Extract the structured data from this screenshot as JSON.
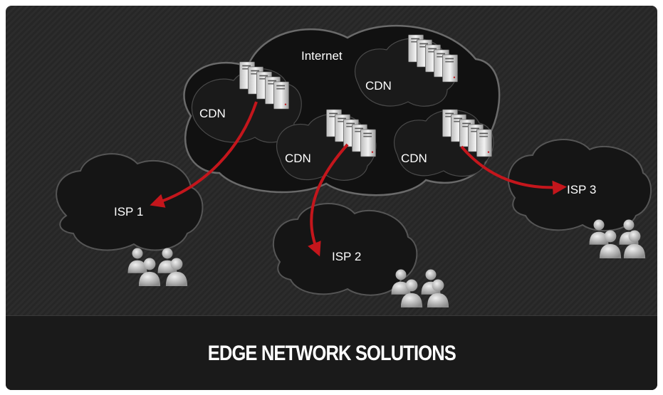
{
  "diagram": {
    "internet_label": "Internet",
    "cdn_labels": [
      "CDN",
      "CDN",
      "CDN",
      "CDN"
    ],
    "isp_labels": [
      "ISP 1",
      "ISP 2",
      "ISP 3"
    ],
    "arrow_color": "#c4161c"
  },
  "footer": {
    "title": "EDGE NETWORK SOLUTIONS"
  }
}
